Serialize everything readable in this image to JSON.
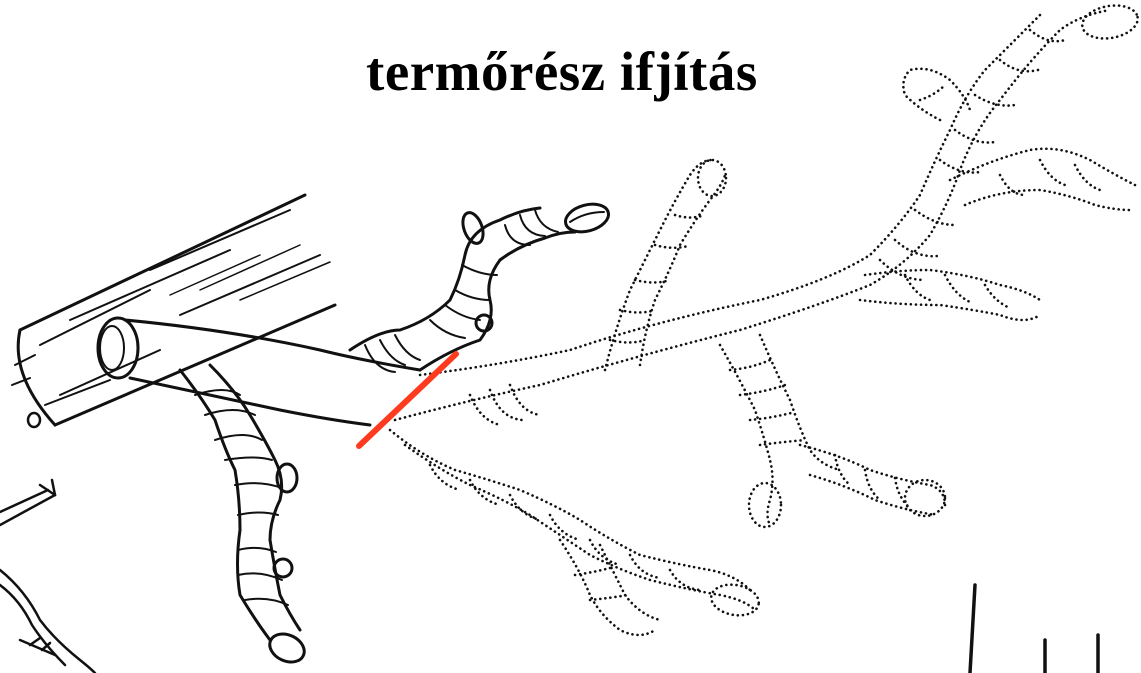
{
  "title": "termőrész ifjítás",
  "colors": {
    "ink": "#111111",
    "cut_line": "#ff3b1f",
    "background": "#ffffff"
  },
  "illustration": {
    "subject": "fruiting-branch-pruning",
    "removed_part_style": "dotted-outline",
    "kept_part_style": "solid-outline",
    "cut_marker": "red-line"
  }
}
